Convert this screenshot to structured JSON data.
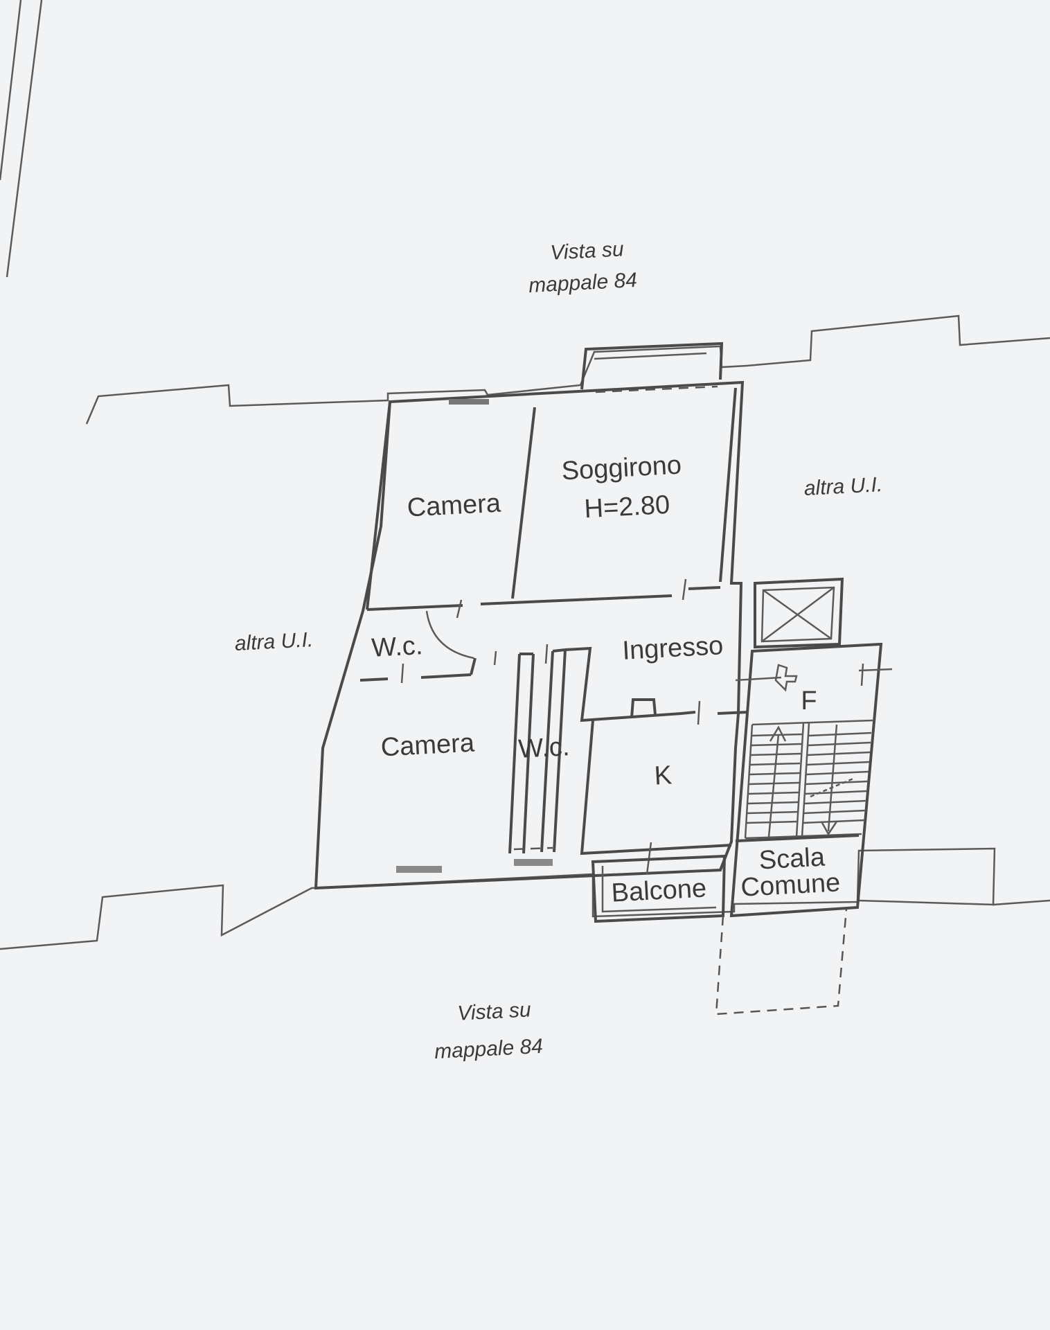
{
  "labels": {
    "view_top_line1": "Vista su",
    "view_top_line2": "mappale 84",
    "view_bottom_line1": "Vista su",
    "view_bottom_line2": "mappale 84",
    "other_unit_right": "altra U.I.",
    "other_unit_left": "altra U.I.",
    "room_bedroom_top": "Camera",
    "room_living_name": "Soggirono",
    "room_living_height": "H=2.80",
    "room_wc_top": "W.c.",
    "room_entrance": "Ingresso",
    "room_bedroom_bottom": "Camera",
    "room_wc_bottom": "W.c.",
    "room_kitchen": "K",
    "room_f": "F",
    "balcony": "Balcone",
    "stair_line1": "Scala",
    "stair_line2": "Comune"
  },
  "colors": {
    "paper": "#f2f3f5",
    "ink": "#4a4a4a"
  },
  "icons": {
    "elevator": "elevator-shaft-icon",
    "stairs": "stairs-icon",
    "door_swing": "door-swing-icon",
    "meter": "meter-symbol-icon"
  }
}
